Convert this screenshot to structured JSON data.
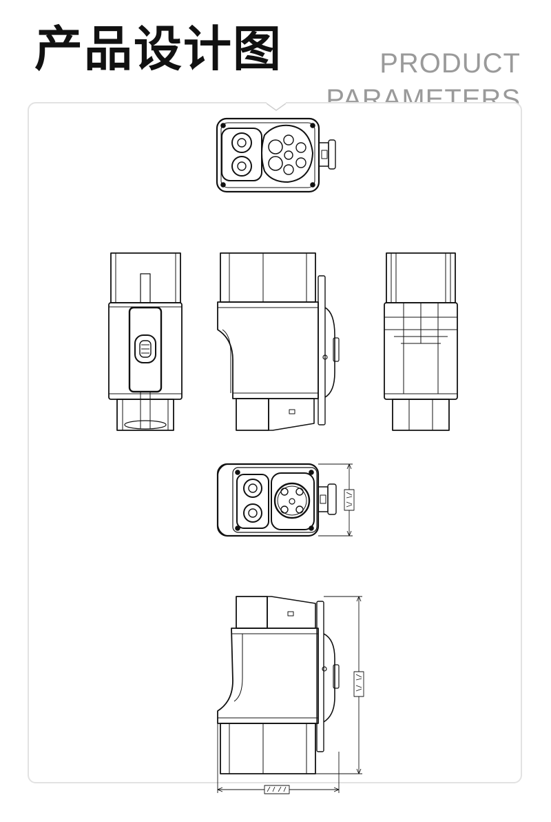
{
  "header": {
    "title_cn": "产品设计图",
    "title_en_line1": "PRODUCT",
    "title_en_line2": "PARAMETERS"
  },
  "colors": {
    "line": "#111111",
    "panel_border": "#e2e2e2",
    "subtitle": "#9a9a9a"
  },
  "views": [
    "top-view-connector-face",
    "left-side-view",
    "front-view",
    "right-side-view",
    "top-view-dimensioned",
    "front-view-dimensioned"
  ]
}
